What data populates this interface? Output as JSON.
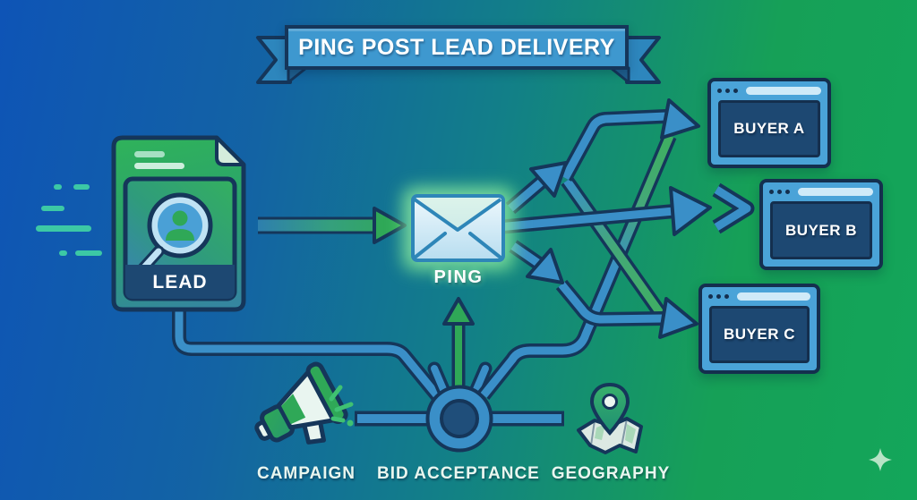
{
  "banner": {
    "title": "PING POST LEAD DELIVERY"
  },
  "nodes": {
    "lead": {
      "label": "LEAD"
    },
    "ping": {
      "label": "PING"
    },
    "buyers": [
      {
        "label": "BUYER A"
      },
      {
        "label": "BUYER B"
      },
      {
        "label": "BUYER C"
      }
    ]
  },
  "criteria": [
    {
      "label": "CAMPAIGN"
    },
    {
      "label": "BID ACCEPTANCE"
    },
    {
      "label": "GEOGRAPHY"
    }
  ],
  "icons": {
    "lead": "document-with-magnifier-person-icon",
    "ping": "envelope-icon",
    "buyers": "browser-window-icon",
    "campaign": "megaphone-icon",
    "bid_acceptance": "network-hub-node-icon",
    "geography": "map-pin-icon",
    "decor": "sparkle-icon"
  },
  "colors": {
    "bg_blue": "#0e54b6",
    "bg_green": "#13a65a",
    "arrow_blue": "#3a8fc8",
    "outline_navy": "#15365a",
    "panel_navy": "#1d4872",
    "frame_blue": "#4aa3d8",
    "accent_green": "#2fa857",
    "glow_green": "#7ef08a",
    "ribbon_blue": "#3e98cf"
  }
}
